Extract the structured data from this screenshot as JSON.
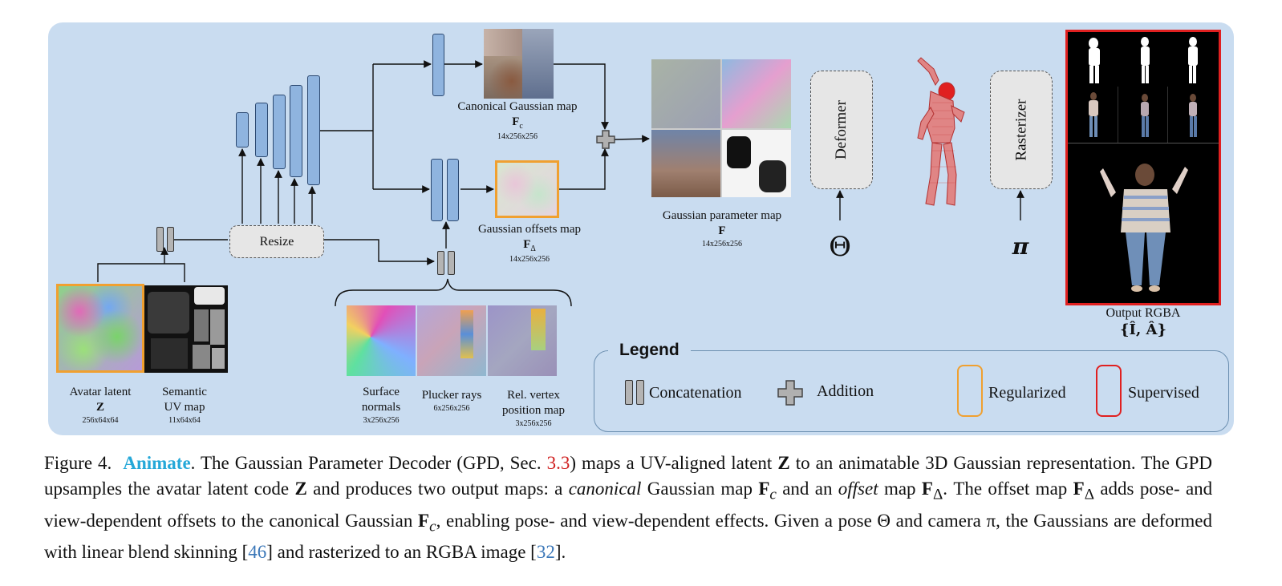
{
  "labels": {
    "resize": "Resize",
    "deformer": "Deformer",
    "rasterizer": "Rasterizer",
    "theta": "Θ",
    "pi": "π",
    "canonical": {
      "name": "Canonical Gaussian map",
      "sym": "F",
      "subscript": "c",
      "dims": "14x256x256"
    },
    "offsets": {
      "name": "Gaussian offsets map",
      "sym": "F",
      "subscript": "Δ",
      "dims": "14x256x256"
    },
    "param": {
      "name": "Gaussian parameter map",
      "sym": "F",
      "dims": "14x256x256"
    },
    "output": {
      "name": "Output RGBA",
      "sym": "{Î, Â}"
    },
    "avatar": {
      "line1": "Avatar latent",
      "sym": "Z",
      "dims": "256x64x64"
    },
    "semantic": {
      "line1": "Semantic",
      "line2": "UV map",
      "dims": "11x64x64"
    },
    "normals": {
      "line1": "Surface",
      "line2": "normals",
      "dims": "3x256x256"
    },
    "plucker": {
      "line1": "Plucker rays",
      "dims": "6x256x256"
    },
    "relvertex": {
      "line1": "Rel. vertex",
      "line2": "position map",
      "dims": "3x256x256"
    }
  },
  "legend": {
    "title": "Legend",
    "concat": "Concatenation",
    "addition": "Addition",
    "regularized": "Regularized",
    "supervised": "Supervised"
  },
  "colors": {
    "panel": "#c9dcf0",
    "block": "#8fb4df",
    "regularized": "#f0a030",
    "supervised": "#e02020",
    "animate": "#25a8d8",
    "citation": "#3b77b8",
    "section_ref": "#d02020"
  },
  "icons": [
    "plus-icon",
    "concat-icon",
    "person-render-icon"
  ],
  "caption": {
    "fig": "Figure 4.",
    "title": "Animate",
    "p1": ". The Gaussian Parameter Decoder (GPD, Sec.",
    "sec": "3.3",
    "p2": ") maps a UV-aligned latent",
    "z1": "Z",
    "p3": "to an animatable 3D Gaussian representation. The GPD upsamples the avatar latent code",
    "z2": "Z",
    "p4": "and produces two output maps: a",
    "canonical_word": "canonical",
    "p5": "Gaussian map",
    "fc1": "F",
    "fc1_sub": "c",
    "p6": "and an",
    "offset_word": "offset",
    "p7": "map",
    "fd1": "F",
    "fd1_sub": "Δ",
    "p8": ". The offset map",
    "fd2": "F",
    "fd2_sub": "Δ",
    "p9": "adds pose- and view-dependent offsets to the canonical Gaussian",
    "fc2": "F",
    "fc2_sub": "c",
    "p10": ", enabling pose- and view-dependent effects. Given a pose Θ and camera π, the Gaussians are deformed with linear blend skinning [",
    "cite1": "46",
    "p11": "] and rasterized to an RGBA image [",
    "cite2": "32",
    "p12": "]."
  }
}
